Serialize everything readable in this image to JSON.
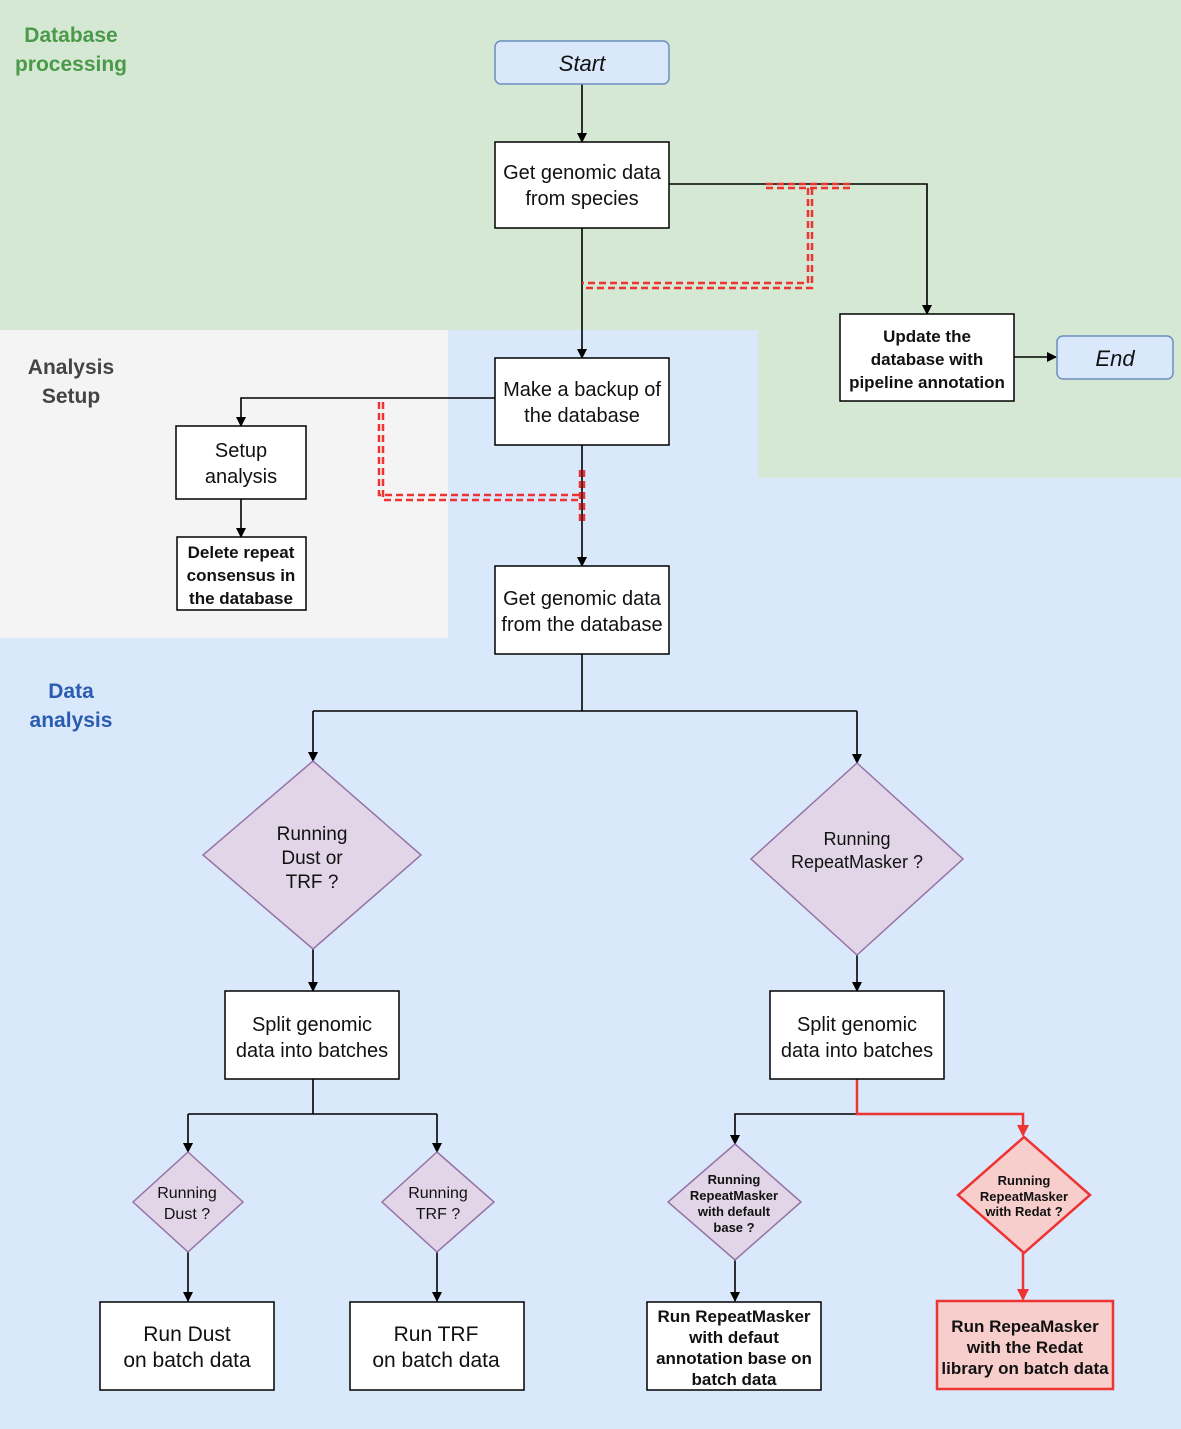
{
  "regions": {
    "database_processing": {
      "title_line1": "Database",
      "title_line2": "processing",
      "color": "#4a9a4a"
    },
    "analysis_setup": {
      "title_line1": "Analysis",
      "title_line2": "Setup",
      "color": "#444444"
    },
    "data_analysis": {
      "title_line1": "Data",
      "title_line2": "analysis",
      "color": "#2a5db0"
    }
  },
  "colors": {
    "green_region": "#d5e8d4",
    "gray_region": "#f4f4f4",
    "blue_region": "#dae8fc",
    "terminal_fill": "#dae8fc",
    "terminal_stroke": "#6c8ebf",
    "decision_fill": "#e1d5e7",
    "decision_stroke": "#9673a6",
    "highlight_red": "#ee3333",
    "highlight_fill": "#f8cecc"
  },
  "nodes": {
    "start": "Start",
    "end": "End",
    "get_species": [
      "Get genomic data",
      "from species"
    ],
    "update_db": [
      "Update the",
      "database with",
      "pipeline annotation"
    ],
    "backup": [
      "Make a backup of",
      "the database"
    ],
    "setup": [
      "Setup",
      "analysis"
    ],
    "delete_repeat": [
      "Delete repeat",
      "consensus in",
      "the database"
    ],
    "get_db": [
      "Get genomic data",
      "from the database"
    ],
    "dec_dust_trf": [
      "Running",
      "Dust or",
      "TRF ?"
    ],
    "dec_repeatmasker": [
      "Running",
      "RepeatMasker ?"
    ],
    "split_left": [
      "Split genomic",
      "data into batches"
    ],
    "split_right": [
      "Split genomic",
      "data into batches"
    ],
    "dec_dust": [
      "Running",
      "Dust ?"
    ],
    "dec_trf": [
      "Running",
      "TRF ?"
    ],
    "dec_rm_default": [
      "Running",
      "RepeatMasker",
      "with default",
      "base ?"
    ],
    "dec_rm_redat": [
      "Running",
      "RepeatMasker",
      "with Redat ?"
    ],
    "run_dust": [
      "Run Dust",
      "on batch data"
    ],
    "run_trf": [
      "Run TRF",
      "on batch data"
    ],
    "run_rm_default": [
      "Run RepeatMasker",
      "with defaut",
      "annotation base on",
      "batch data"
    ],
    "run_rm_redat": [
      "Run RepeaMasker",
      "with the Redat",
      "library on batch data"
    ]
  }
}
